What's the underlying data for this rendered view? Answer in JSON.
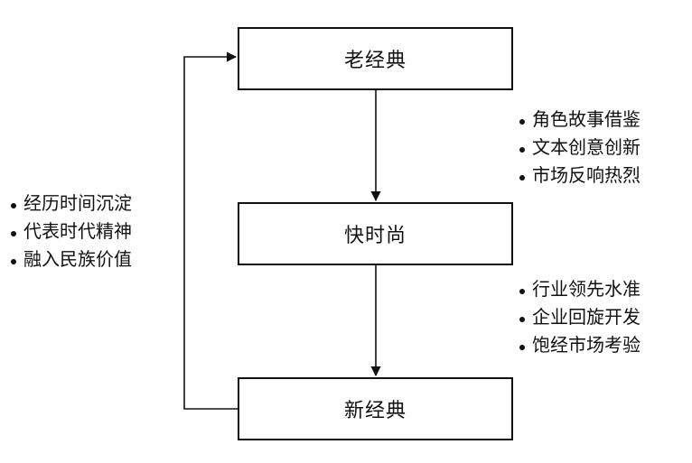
{
  "boxes": {
    "old_classic": "老经典",
    "fast_fashion": "快时尚",
    "new_classic": "新经典"
  },
  "left_notes": [
    "经历时间沉淀",
    "代表时代精神",
    "融入民族价值"
  ],
  "right_top_notes": [
    "角色故事借鉴",
    "文本创意创新",
    "市场反响热烈"
  ],
  "right_bottom_notes": [
    "行业领先水准",
    "企业回旋开发",
    "饱经市场考验"
  ]
}
